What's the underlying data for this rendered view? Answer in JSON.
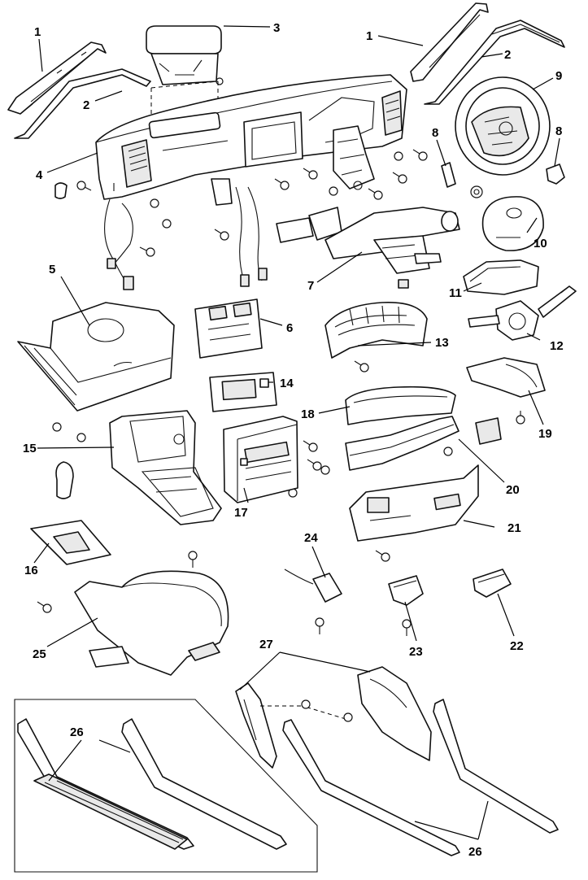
{
  "diagram": {
    "labels": [
      "1",
      "2",
      "3",
      "1",
      "2",
      "9",
      "4",
      "8",
      "8",
      "10",
      "5",
      "7",
      "11",
      "6",
      "12",
      "13",
      "14",
      "18",
      "19",
      "15",
      "20",
      "17",
      "21",
      "16",
      "24",
      "23",
      "22",
      "25",
      "27",
      "26",
      "26"
    ]
  }
}
